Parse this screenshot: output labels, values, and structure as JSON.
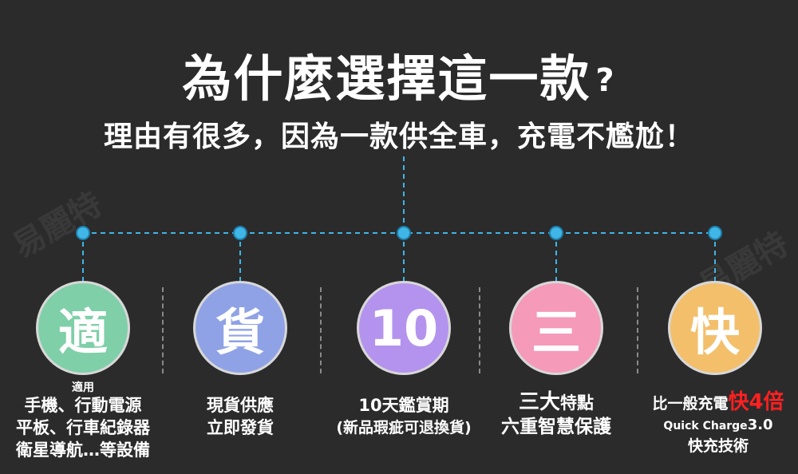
{
  "header": {
    "title": "為什麼選擇這一款",
    "title_mark": "?",
    "subtitle": "理由有很多，因為一款供全車，充電不尷尬！"
  },
  "features": [
    {
      "glyph": "適",
      "color": "#7fcfa8",
      "small": "適用",
      "lines": [
        "手機、行動電源",
        "平板、行車紀錄器",
        "衛星導航…等設備"
      ]
    },
    {
      "glyph": "貨",
      "color": "#8fa2e6",
      "lines": [
        "現貨供應",
        "立即發貨"
      ]
    },
    {
      "glyph": "10",
      "color": "#b493ee",
      "lines": [
        "10天鑑賞期",
        "(新品瑕疵可退換貨)"
      ]
    },
    {
      "glyph": "三",
      "color": "#f59ab8",
      "big": "三大",
      "rest": "特點",
      "lines2": "六重智慧保護"
    },
    {
      "glyph": "快",
      "color": "#f3bf6b",
      "prefix": "比一般充電",
      "red": "快4倍",
      "qc_small": "Quick Charge",
      "qc_ver": "3.0",
      "last": "快充技術"
    }
  ],
  "watermark": "易麗特",
  "colors": {
    "background": "#2b2b2c",
    "accent_line": "#3fb6e6",
    "red": "#ff2020"
  }
}
